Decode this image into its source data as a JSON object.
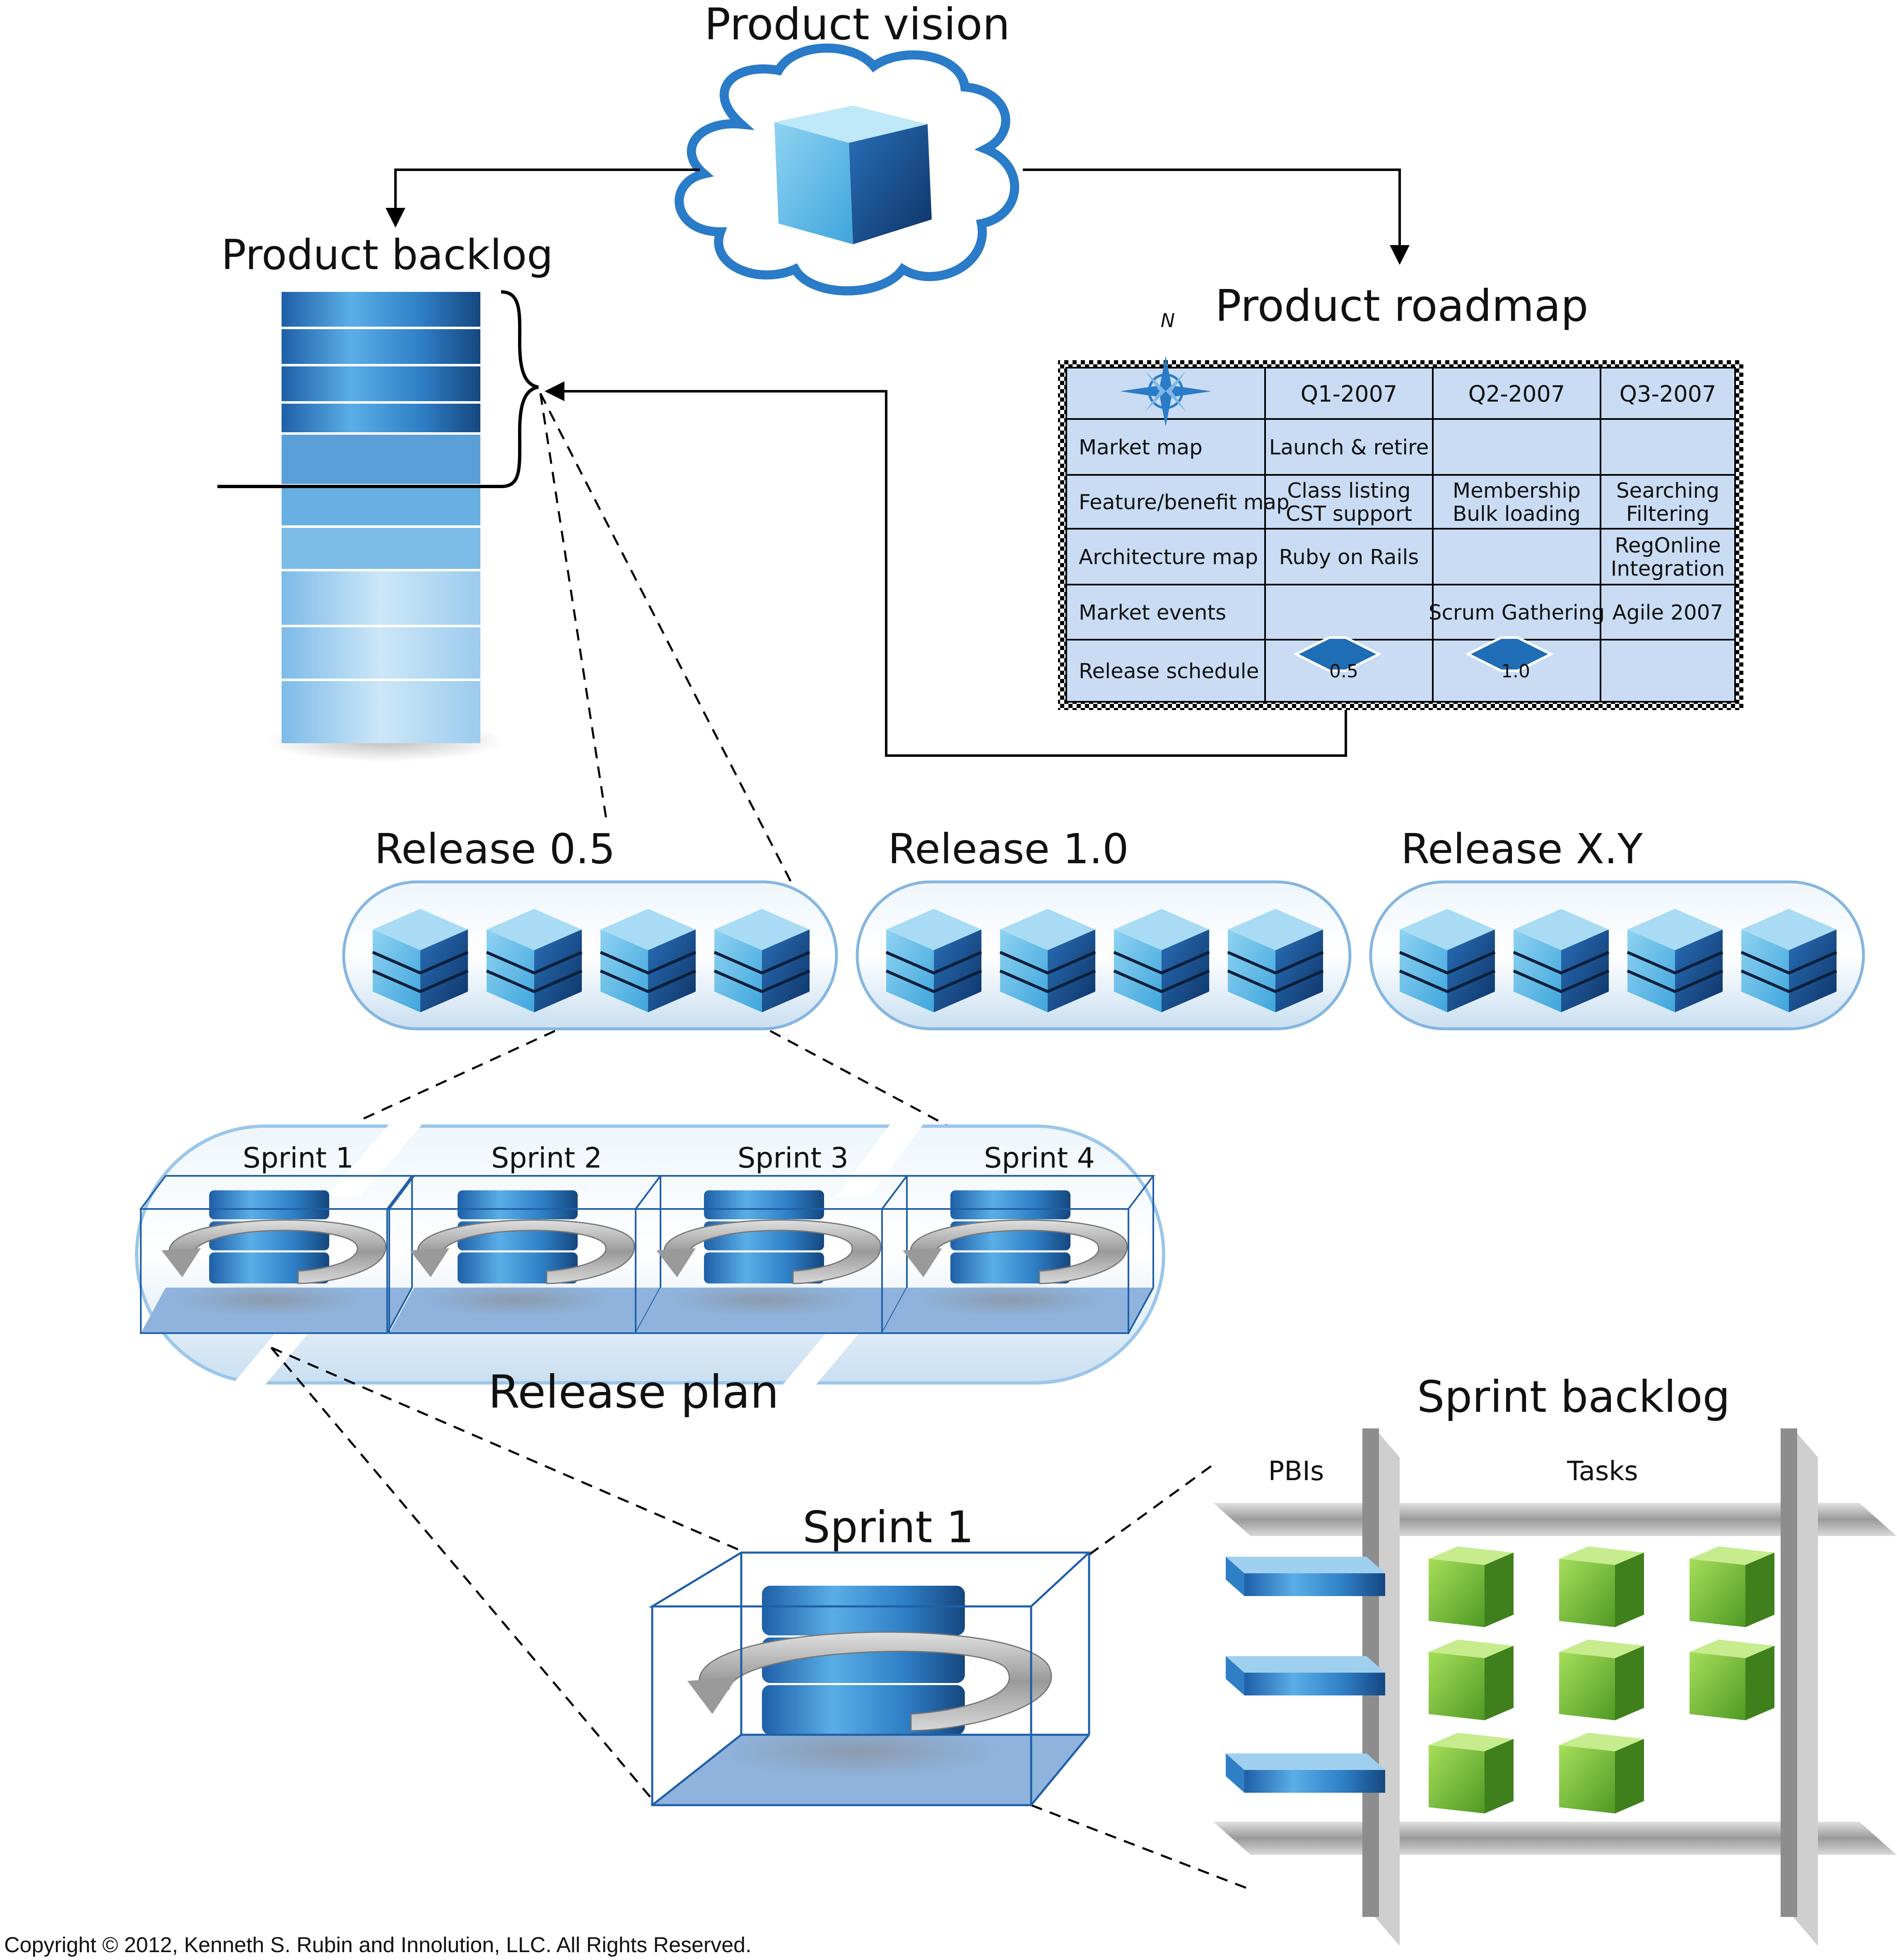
{
  "titles": {
    "product_vision": "Product vision",
    "product_backlog": "Product backlog",
    "product_roadmap": "Product roadmap",
    "release_plan": "Release plan",
    "sprint_backlog": "Sprint backlog",
    "sprint_detail": "Sprint 1"
  },
  "roadmap": {
    "compass_label": "N",
    "columns": [
      "Q1-2007",
      "Q2-2007",
      "Q3-2007"
    ],
    "rows": [
      {
        "label": "Market map",
        "cells": [
          [
            "Launch & retire"
          ],
          [],
          []
        ]
      },
      {
        "label": "Feature/benefit map",
        "cells": [
          [
            "Class listing",
            "CST support"
          ],
          [
            "Membership",
            "Bulk loading"
          ],
          [
            "Searching",
            "Filtering"
          ]
        ]
      },
      {
        "label": "Architecture map",
        "cells": [
          [
            "Ruby on Rails"
          ],
          [],
          [
            "RegOnline",
            "Integration"
          ]
        ]
      },
      {
        "label": "Market events",
        "cells": [
          [],
          [
            "Scrum Gathering"
          ],
          [
            "Agile 2007"
          ]
        ]
      },
      {
        "label": "Release schedule",
        "cells": [
          [],
          [],
          []
        ]
      }
    ],
    "release_markers": [
      "0.5",
      "1.0"
    ]
  },
  "releases": [
    "Release 0.5",
    "Release 1.0",
    "Release X.Y"
  ],
  "sprints": [
    "Sprint 1",
    "Sprint 2",
    "Sprint 3",
    "Sprint 4"
  ],
  "sprint_backlog": {
    "pbis_label": "PBIs",
    "tasks_label": "Tasks"
  },
  "copyright": "Copyright © 2012, Kenneth S. Rubin and Innolution, LLC. All Rights Reserved.",
  "colors": {
    "blue_dark": "#1a5a9e",
    "blue_mid": "#3a8fd4",
    "blue_light": "#cfe6f8",
    "green": "#7cc142",
    "gray_bar": "#b8b8b8"
  }
}
